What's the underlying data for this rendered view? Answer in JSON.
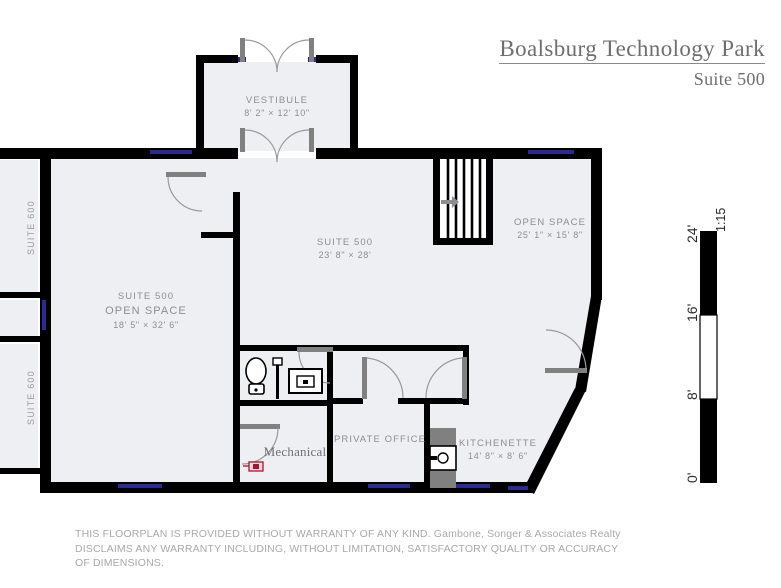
{
  "title": {
    "main": "Boalsburg Technology Park",
    "sub": "Suite 500"
  },
  "rooms": [
    {
      "key": "vestibule",
      "name": "VESTIBULE",
      "dimensions": "8' 2\" × 12' 10\""
    },
    {
      "key": "suite500_main",
      "name": "SUITE 500",
      "dimensions": "23' 8\" × 28'"
    },
    {
      "key": "suite500_open_space",
      "name_line1": "SUITE 500",
      "name_line2": "OPEN SPACE",
      "dimensions": "18' 5\" × 32' 6\""
    },
    {
      "key": "open_space_right",
      "name": "OPEN SPACE",
      "dimensions": "25' 1\" × 15' 8\""
    },
    {
      "key": "mechanical",
      "name": "Mechanical",
      "dimensions": ""
    },
    {
      "key": "private_office",
      "name": "PRIVATE OFFICE",
      "dimensions": ""
    },
    {
      "key": "kitchenette",
      "name": "KITCHENETTE",
      "dimensions": "14' 8\" × 8' 6\""
    }
  ],
  "neighbors": [
    {
      "key": "suite600_upper",
      "label": "SUITE 600"
    },
    {
      "key": "suite600_lower",
      "label": "SUITE 600"
    }
  ],
  "scale": {
    "ratio": "1:15",
    "ticks": [
      "0'",
      "8'",
      "16'",
      "24'"
    ],
    "unit": "feet"
  },
  "disclaimer": {
    "line1": "THIS FLOORPLAN IS PROVIDED WITHOUT WARRANTY OF ANY KIND.  Gambone, Songer & Associates Realty",
    "line2": "DISCLAIMS ANY WARRANTY INCLUDING, WITHOUT LIMITATION, SATISFACTORY QUALITY OR ACCURACY",
    "line3": "OF DIMENSIONS."
  },
  "colors": {
    "wall": "#000000",
    "floor": "#eeeff3",
    "window": "#2b2b8f",
    "door_leaf": "#808080",
    "label_text": "#8d8d92",
    "title_text": "#6e6e6e",
    "fixture_accent": "#b01030",
    "cabinet": "#808080",
    "page_background": "#ffffff"
  },
  "fixtures": [
    {
      "key": "stairs",
      "name": "stairs",
      "direction": "right"
    },
    {
      "key": "toilet",
      "name": "toilet"
    },
    {
      "key": "sink-vanity",
      "name": "sink"
    },
    {
      "key": "kitchen-counter",
      "name": "counter-with-sink"
    },
    {
      "key": "fire-extinguisher",
      "name": "fire-extinguisher"
    }
  ]
}
